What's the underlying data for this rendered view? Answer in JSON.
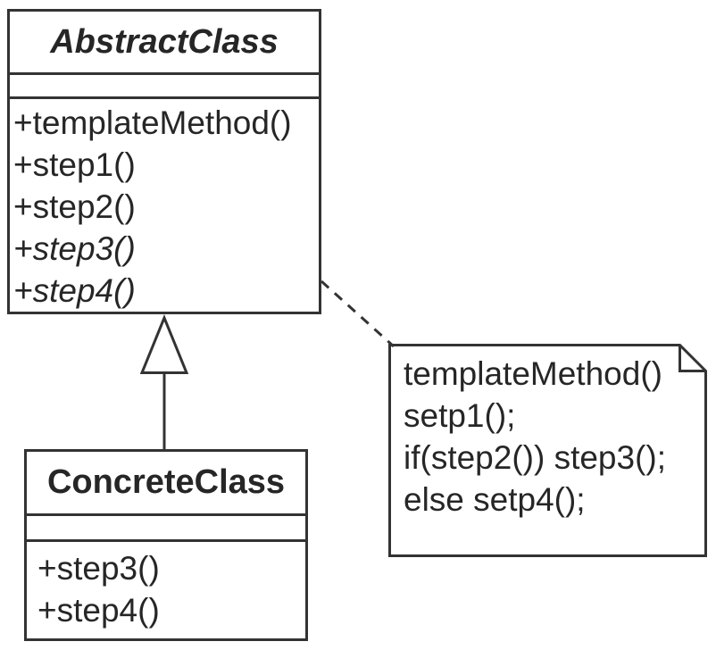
{
  "colors": {
    "stroke": "#333333",
    "text": "#262626",
    "background": "#ffffff"
  },
  "abstract_class": {
    "title": "AbstractClass",
    "attributes": [],
    "methods": [
      {
        "label": "+templateMethod()",
        "style": "regular"
      },
      {
        "label": "+step1()",
        "style": "regular"
      },
      {
        "label": "+step2()",
        "style": "regular"
      },
      {
        "label": "+step3()",
        "style": "italic-abstract"
      },
      {
        "label": "+step4()",
        "style": "italic-abstract"
      }
    ]
  },
  "concrete_class": {
    "title": "ConcreteClass",
    "attributes": [],
    "methods": [
      {
        "label": "+step3()",
        "style": "regular"
      },
      {
        "label": "+step4()",
        "style": "regular"
      }
    ]
  },
  "note": {
    "lines": [
      "templateMethod()",
      "setp1();",
      "if(step2()) step3();",
      "else setp4();"
    ]
  },
  "relationships": [
    {
      "type": "generalization",
      "from": "ConcreteClass",
      "to": "AbstractClass",
      "line": "solid",
      "arrowhead": "hollow-triangle"
    },
    {
      "type": "note-anchor",
      "from": "AbstractClass",
      "to": "note",
      "line": "dashed"
    }
  ]
}
